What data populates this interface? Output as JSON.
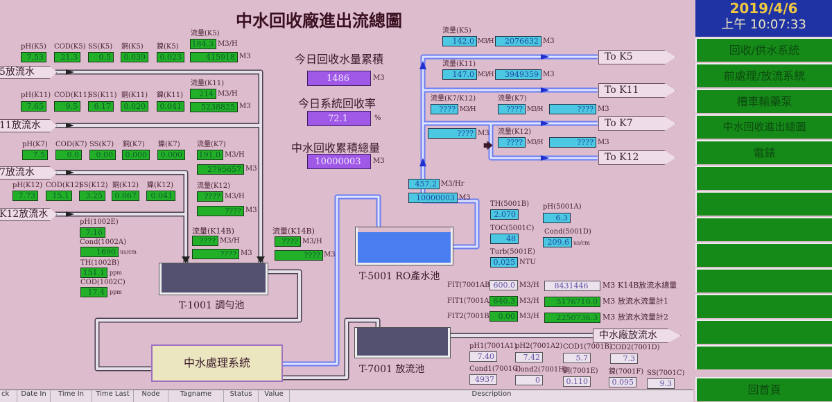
{
  "title": "中水回收廠進出流總圖",
  "clock": {
    "date": "2019/4/6",
    "time": "上午 10:07:33"
  },
  "nav": [
    "回收/供水系統",
    "前處理/放流系統",
    "槽車輸藥泵",
    "中水回收進出總圖",
    "電錶",
    "",
    "",
    "",
    "",
    "",
    "",
    "",
    "",
    "回首頁"
  ],
  "units": {
    "flow": "M3/H",
    "total": "M3",
    "flow_hr": "M3/Hr",
    "cond": "us/cm",
    "ppm": "ppm",
    "ntu": "NTU",
    "pct": "%"
  },
  "k5": {
    "labels": [
      "pH(K5)",
      "COD(K5)",
      "SS(K5)",
      "銅(K5)",
      "鎳(K5)"
    ],
    "values": [
      "7.53",
      "21.3",
      "0.5",
      "0.039",
      "0.023"
    ],
    "flow_label": "流量(K5)",
    "flow": "184.3",
    "total": "415918",
    "outlet": "5放流水"
  },
  "k11": {
    "labels": [
      "pH(K11)",
      "COD(K11)",
      "SS(K11)",
      "銅(K11)",
      "鎳(K11)"
    ],
    "values": [
      "7.65",
      "9.5",
      "6.17",
      "0.020",
      "0.041"
    ],
    "flow_label": "流量(K11)",
    "flow": "214",
    "total": "5238825",
    "outlet": "11放流水"
  },
  "k7": {
    "labels": [
      "pH(K7)",
      "COD(K7)",
      "SS(K7)",
      "銅(K7)",
      "鎳(K7)"
    ],
    "values": [
      "7.5",
      "0.0",
      "0.00",
      "0.000",
      "0.000"
    ],
    "flow_label": "流量(K7)",
    "flow": "191.0",
    "total": "2795657",
    "outlet": "7放流水"
  },
  "k12": {
    "labels": [
      "pH(K12)",
      "COD(K12)",
      "SS(K12)",
      "銅(K12)",
      "鎳(K12)"
    ],
    "values": [
      "7.73",
      "15.1",
      "3.25",
      "0.067",
      "0.041"
    ],
    "flow_label": "流量(K12)",
    "flow": "????",
    "total": "????",
    "outlet": "K12放流水"
  },
  "t1001": {
    "name": "T-1001 調勻池",
    "ph_label": "pH(1002E)",
    "ph": "7.16",
    "cond_label": "Cond(1002A)",
    "cond": "1690",
    "th_label": "TH(1002B)",
    "th": "151.1",
    "cod_label": "COD(1002C)",
    "cod": "17.4",
    "k14b_label": "流量(K14B)",
    "k14b_a_flow": "????",
    "k14b_a_total": "????",
    "k14b_b_flow": "????",
    "k14b_b_total": "????"
  },
  "summary": {
    "daily_label": "今日回收水量累積",
    "daily": "1486",
    "rate_label": "今日系統回收率",
    "rate": "72.1",
    "cum_label": "中水回收累積總量",
    "cum": "10000003"
  },
  "supply": {
    "k5_label": "流量(K5)",
    "k5_flow": "142.0",
    "k5_total": "2076632",
    "k11_label": "流量(K11)",
    "k11_flow": "147.0",
    "k11_total": "3949359",
    "k7k12_label": "流量(K7/K12)",
    "k7k12_flow": "????",
    "k7k12_total": "????",
    "k7_label": "流量(K7)",
    "k7_flow": "????",
    "k7_total": "????",
    "k12_label": "流量(K12)",
    "k12_flow": "????",
    "k12_total": "????",
    "to_k5": "To K5",
    "to_k11": "To K11",
    "to_k7": "To K7",
    "to_k12": "To K12",
    "main_flow": "457.2",
    "main_total": "10000003"
  },
  "t5001": {
    "name": "T-5001 RO產水池",
    "th_label": "TH(5001B)",
    "th": "2.070",
    "ph_label": "pH(5001A)",
    "ph": "6.3",
    "toc_label": "TOC(5001C)",
    "toc": "48",
    "cond_label": "Cond(5001D)",
    "cond": "209.6",
    "turb_label": "Turb(5001E)",
    "turb": "0.025"
  },
  "discharge": {
    "fit_label": "FIT(7001AB)",
    "fit": "600.0",
    "fit_total": "8431446",
    "fit_total_label": "K14B放流水總量",
    "fit1_label": "FIT1(7001A)",
    "fit1": "640.3",
    "fit1_total": "5176710.0",
    "fit1_total_label": "放流水流量計1",
    "fit2_label": "FIT2(7001B)",
    "fit2": "0.00",
    "fit2_total": "2250736.3",
    "fit2_total_label": "放流水流量計2",
    "outlet": "中水廠放流水"
  },
  "t7001": {
    "name": "T-7001 放流池",
    "ph1_label": "pH1(7001A1)",
    "ph1": "7.40",
    "ph2_label": "pH2(7001A2)",
    "ph2": "7.42",
    "cod1_label": "COD1(7001B)",
    "cod1": "5.7",
    "cod2_label": "COD2(7001D)",
    "cod2": "7.3",
    "cond1_label": "Cond1(7001G)",
    "cond1": "4937",
    "cond2_label": "Cond2(7001H)",
    "cond2": "0",
    "cu_label": "銅(7001E)",
    "cu": "0.110",
    "ni_label": "鎳(7001F)",
    "ni": "0.095",
    "ss_label": "SS(7001C)",
    "ss": "9.3"
  },
  "treatment": "中水處理系統",
  "alarm_headers": [
    "ck",
    "Date In",
    "Time In",
    "Time Last",
    "Node",
    "Tagname",
    "Status",
    "Value",
    "Description"
  ],
  "colors": {
    "background": "#dcbccd",
    "green_box": "#22b028",
    "cyan_box": "#4cc8e2",
    "purple_box": "#a058e6",
    "nav": "#168a18",
    "clock_bg": "#1f33a5",
    "pipe": "#6a7cf0"
  }
}
